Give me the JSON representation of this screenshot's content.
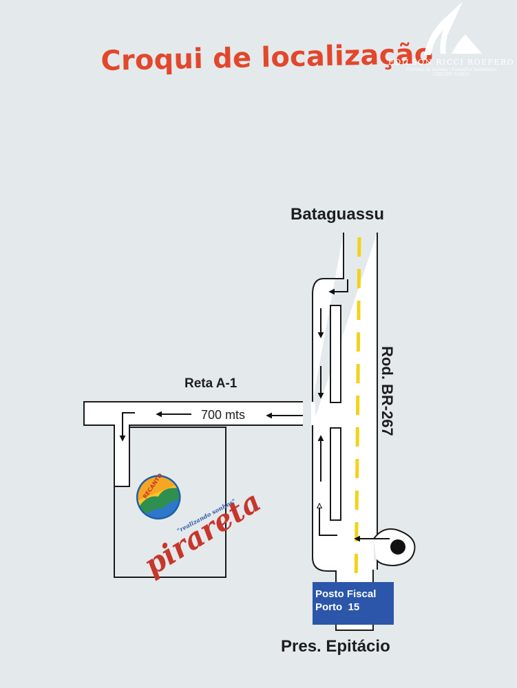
{
  "title": "Croqui de localização",
  "watermark": {
    "name": "EDILSON RICCI ROEFERO",
    "subtitle": "Corretor de imóveis | Consultor imobiliário",
    "registration": "CRECISP 183631"
  },
  "places": {
    "north": "Bataguassu",
    "south": "Pres. Epitácio",
    "highway": "Rod. BR-267",
    "side_road": "Reta A-1",
    "distance": "700 mts"
  },
  "checkpoint": {
    "line1": "Posto Fiscal",
    "line2": "Porto  15"
  },
  "logo": {
    "top_word": "RECANTO",
    "name": "pirareta",
    "slogan": "\"realizando sonhos\""
  },
  "colors": {
    "background": "#e4e9ec",
    "title": "#e2472c",
    "road_line": "#f2d21b",
    "checkpoint": "#2b56a9",
    "logo_red": "#c7362b"
  }
}
